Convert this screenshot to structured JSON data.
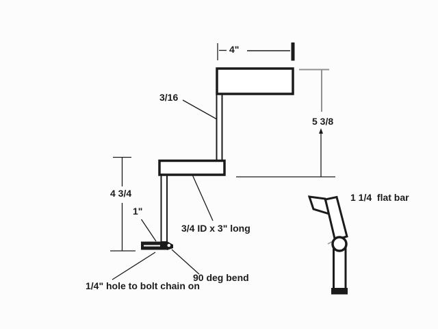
{
  "colors": {
    "line": "#1b1b1b",
    "dim_gray": "#8f8f8f",
    "background": "#fcfcfc"
  },
  "labels": {
    "top_width": "4\"",
    "wall_thickness": "3/16",
    "right_height": "5 3/8",
    "left_height": "4 3/4",
    "foot_length": "1\"",
    "tube_spec": "3/4 ID x 3\" long",
    "bend_note": "90 deg bend",
    "hole_note": "1/4\" hole to bolt chain on",
    "flat_bar_spec": "1 1/4  flat bar"
  }
}
